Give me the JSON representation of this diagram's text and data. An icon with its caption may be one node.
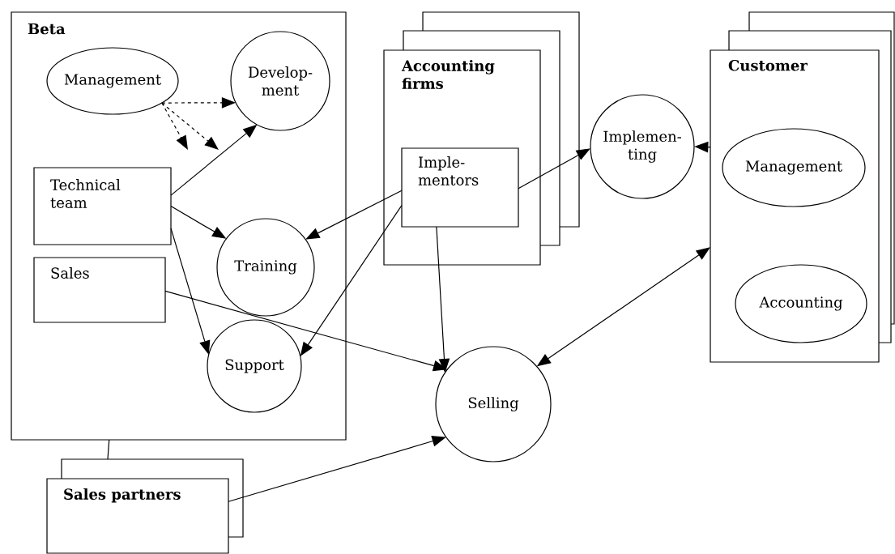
{
  "diagram": {
    "nodes": [
      {
        "text": [
          "Beta"
        ]
      },
      {
        "text": [
          "Management"
        ],
        "in": 0
      },
      {
        "text": [
          "Develop- ment"
        ],
        "in": 0
      },
      {
        "text": [
          "Technical team"
        ],
        "in": 0
      },
      {
        "text": [
          "Training"
        ],
        "in": 0
      },
      {
        "text": [
          "Sales"
        ],
        "in": 0
      },
      {
        "text": [
          "Support"
        ],
        "in": 0
      },
      {
        "text": [
          "Accounting firms"
        ]
      },
      {
        "text": [
          "Imple- mentors"
        ],
        "in": 7
      },
      {
        "text": [
          "Implemen- ting"
        ]
      },
      {
        "text": [
          "Customer"
        ]
      },
      {
        "text": [
          "Management"
        ],
        "in": 10
      },
      {
        "text": [
          "Accounting"
        ],
        "in": 10
      },
      {
        "text": [
          "Selling"
        ]
      },
      {
        "text": [
          "Sales partners"
        ]
      }
    ],
    "edges": [
      {
        "from": 1,
        "to": 2,
        "arrow": "to",
        "style": "dashed"
      },
      {
        "from": 1,
        "to": null,
        "arrow": "to",
        "style": "dashed"
      },
      {
        "from": 1,
        "to": null,
        "arrow": "to",
        "style": "dashed"
      },
      {
        "from": 3,
        "to": 2,
        "arrow": "to"
      },
      {
        "from": 3,
        "to": 4,
        "arrow": "to"
      },
      {
        "from": 3,
        "to": 6,
        "arrow": "to"
      },
      {
        "from": 5,
        "to": 13,
        "arrow": "to"
      },
      {
        "from": 8,
        "to": 4,
        "arrow": "to"
      },
      {
        "from": 8,
        "to": 6,
        "arrow": "to"
      },
      {
        "from": 8,
        "to": 9,
        "arrow": "to"
      },
      {
        "from": 8,
        "to": 13,
        "arrow": "to"
      },
      {
        "from": 10,
        "to": 9,
        "arrow": "to"
      },
      {
        "from": 13,
        "to": 10,
        "arrow": "both"
      },
      {
        "from": 14,
        "to": 13,
        "arrow": "to"
      },
      {
        "from": 0,
        "to": 14,
        "arrow": "none"
      }
    ]
  }
}
